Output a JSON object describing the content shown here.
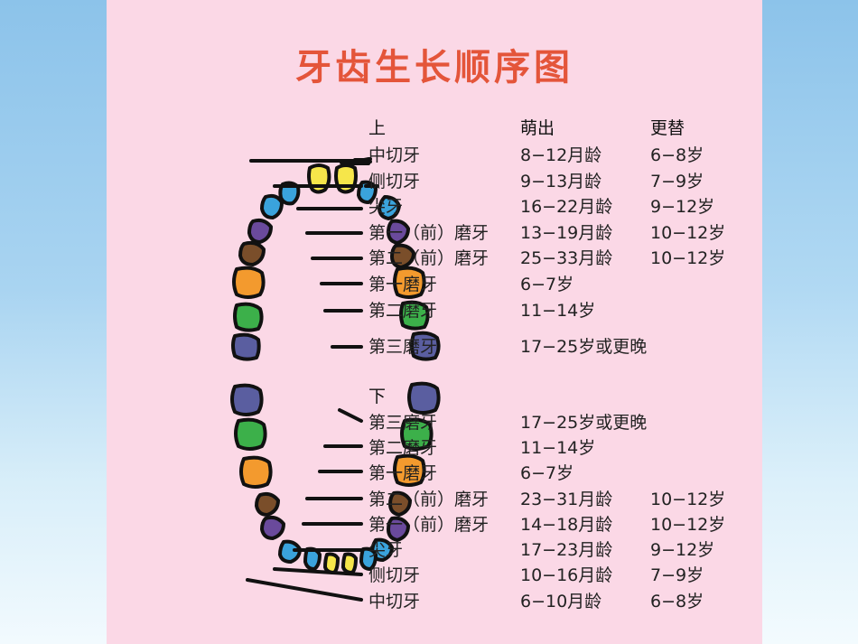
{
  "title": "牙齿生长顺序图",
  "headers": {
    "erupt": "萌出",
    "replace": "更替"
  },
  "upper": {
    "label": "上",
    "rows": [
      {
        "name": "中切牙",
        "erupt": "8−12月龄",
        "replace": "6−8岁"
      },
      {
        "name": "侧切牙",
        "erupt": "9−13月龄",
        "replace": "7−9岁"
      },
      {
        "name": "尖牙",
        "erupt": "16−22月龄",
        "replace": "9−12岁"
      },
      {
        "name": "第一（前）磨牙",
        "erupt": "13−19月龄",
        "replace": "10−12岁"
      },
      {
        "name": "第二（前）磨牙",
        "erupt": "25−33月龄",
        "replace": "10−12岁"
      },
      {
        "name": "第一磨牙",
        "erupt": "6−7岁",
        "replace": ""
      },
      {
        "name": "第二磨牙",
        "erupt": "11−14岁",
        "replace": ""
      },
      {
        "name": "第三磨牙",
        "erupt": "17−25岁或更晚",
        "replace": ""
      }
    ]
  },
  "lower": {
    "label": "下",
    "rows": [
      {
        "name": "第三磨牙",
        "erupt": "17−25岁或更晚",
        "replace": ""
      },
      {
        "name": "第二磨牙",
        "erupt": "11−14岁",
        "replace": ""
      },
      {
        "name": "第一磨牙",
        "erupt": "6−7岁",
        "replace": ""
      },
      {
        "name": "第二（前）磨牙",
        "erupt": "23−31月龄",
        "replace": "10−12岁"
      },
      {
        "name": "第一（前）磨牙",
        "erupt": "14−18月龄",
        "replace": "10−12岁"
      },
      {
        "name": "尖牙",
        "erupt": "17−23月龄",
        "replace": "9−12岁"
      },
      {
        "name": "侧切牙",
        "erupt": "10−16月龄",
        "replace": "7−9岁"
      },
      {
        "name": "中切牙",
        "erupt": "6−10月龄",
        "replace": "6−8岁"
      }
    ]
  },
  "colors": {
    "central_incisor": "#f6e64a",
    "lateral_incisor": "#3aa3dc",
    "canine": "#3aa3dc",
    "first_premolar": "#6a4a9c",
    "second_premolar": "#7a4e2a",
    "first_molar": "#f39a2e",
    "second_molar": "#3cb04a",
    "third_molar": "#5a5ea0",
    "slide_bg": "#fbd8e6",
    "title": "#e4553a"
  }
}
